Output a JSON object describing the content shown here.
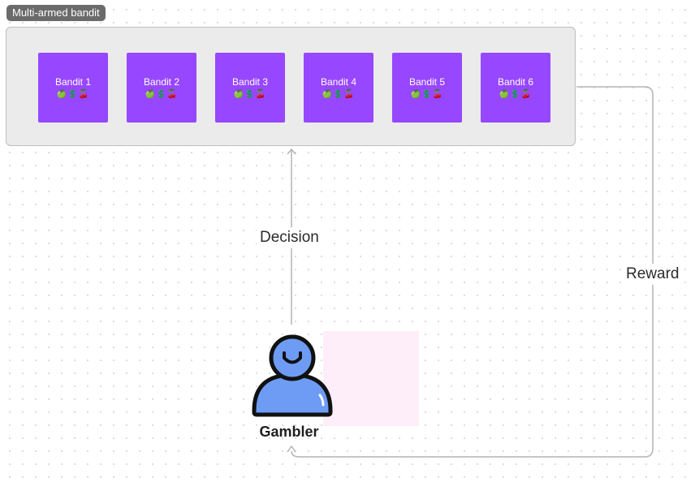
{
  "frame": {
    "label": "Multi-armed bandit",
    "background": "#ebebeb"
  },
  "bandits": [
    {
      "name": "Bandit 1",
      "items": "🍏💲🍒"
    },
    {
      "name": "Bandit 2",
      "items": "🍏💲🍒"
    },
    {
      "name": "Bandit 3",
      "items": "🍏💲🍒"
    },
    {
      "name": "Bandit 4",
      "items": "🍏💲🍒"
    },
    {
      "name": "Bandit 5",
      "items": "🍏💲🍒"
    },
    {
      "name": "Bandit 6",
      "items": "🍏💲🍒"
    }
  ],
  "edges": {
    "decision": "Decision",
    "reward": "Reward"
  },
  "gambler": {
    "label": "Gambler",
    "icon": "person-icon"
  },
  "colors": {
    "bandit": "#9747ff",
    "avatar_fill": "#6e9cf5",
    "highlight": "#fdeef9",
    "connector": "#b3b3b3"
  }
}
